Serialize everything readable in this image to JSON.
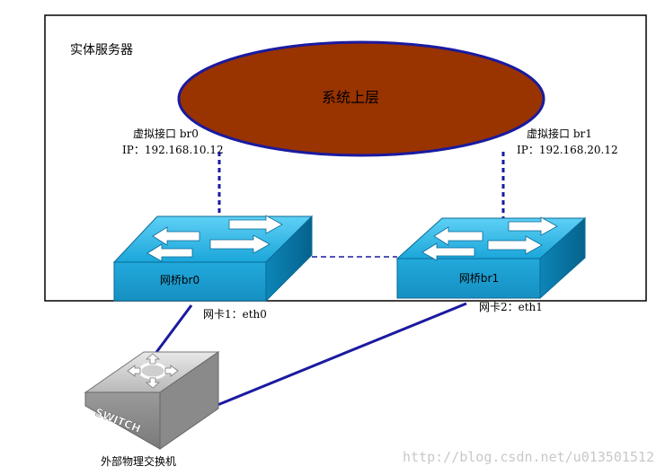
{
  "server": {
    "title": "实体服务器"
  },
  "upper_layer": {
    "label": "系统上层",
    "fill": "#993300",
    "stroke": "#1a1aa0"
  },
  "iface_br0": {
    "name": "虚拟接口 br0",
    "ip": "IP：192.168.10.12"
  },
  "iface_br1": {
    "name": "虚拟接口 br1",
    "ip": "IP：192.168.20.12"
  },
  "bridge_br0": {
    "label": "网桥br0"
  },
  "bridge_br1": {
    "label": "网桥br1"
  },
  "nic1": {
    "label": "网卡1：eth0"
  },
  "nic2": {
    "label": "网卡2：eth1"
  },
  "physical_switch": {
    "badge": "SWITCH",
    "label": "外部物理交换机"
  },
  "watermark": "http://blog.csdn.net/u013501512",
  "colors": {
    "bridge_top": "#2fb6e6",
    "bridge_front": "#1b9fd0",
    "bridge_side": "#0a7fb0",
    "link": "#1a1aa0"
  }
}
